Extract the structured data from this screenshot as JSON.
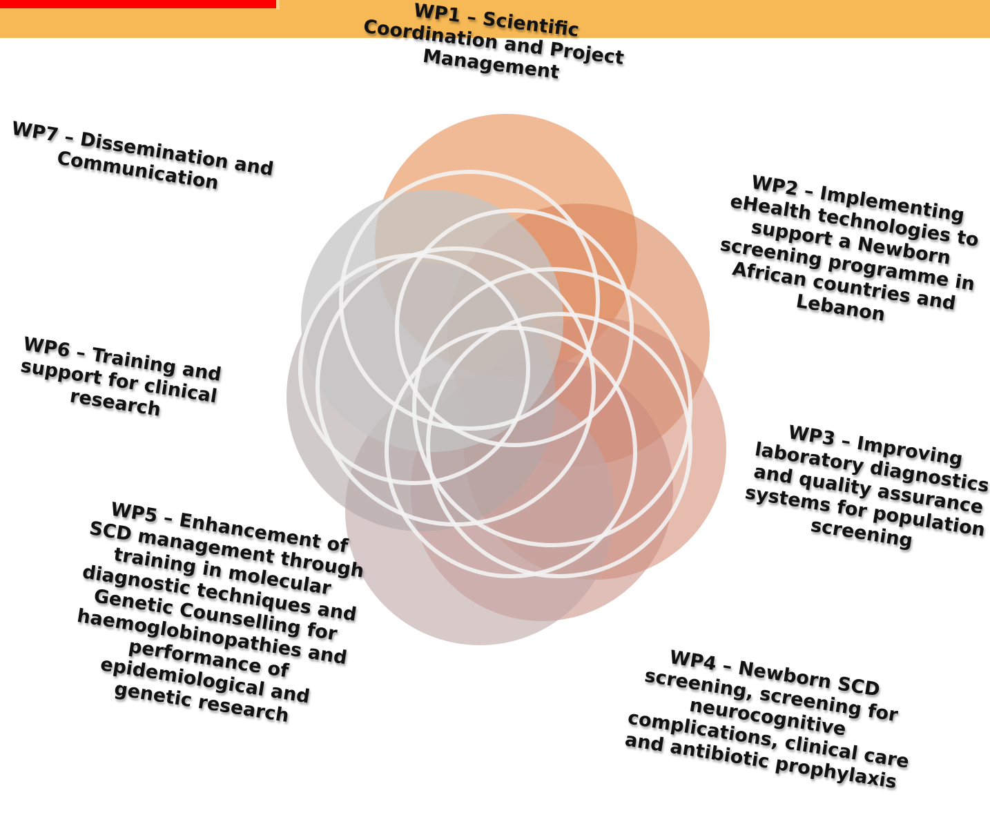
{
  "colors": {
    "top_band": "#f7b955",
    "red_tab": "#ff0000",
    "label_text": "#111111",
    "ring_stroke": "#f3f3f3"
  },
  "circles": [
    {
      "name": "circle-wp1",
      "fill": "#eba374",
      "opacity": 0.75
    },
    {
      "name": "circle-wp2",
      "fill": "#d98458",
      "opacity": 0.6
    },
    {
      "name": "circle-wp3",
      "fill": "#d6907a",
      "opacity": 0.6
    },
    {
      "name": "circle-wp4",
      "fill": "#c98b80",
      "opacity": 0.55
    },
    {
      "name": "circle-wp5",
      "fill": "#c0a6a6",
      "opacity": 0.6
    },
    {
      "name": "circle-wp6",
      "fill": "#b3a6a6",
      "opacity": 0.6
    },
    {
      "name": "circle-wp7",
      "fill": "#c4c4c4",
      "opacity": 0.75
    }
  ],
  "labels": {
    "wp1": [
      "WP1 – Scientific",
      "Coordination and Project",
      "Management"
    ],
    "wp2": [
      "WP2 – Implementing",
      "eHealth technologies to",
      "support a Newborn",
      "screening programme in",
      "African countries and",
      "Lebanon"
    ],
    "wp3": [
      "WP3 – Improving",
      "laboratory diagnostics",
      "and quality assurance",
      "systems for population",
      "screening"
    ],
    "wp4": [
      "WP4 – Newborn SCD",
      "screening, screening for",
      "neurocognitive",
      "complications, clinical care",
      "and antibiotic prophylaxis"
    ],
    "wp5": [
      "WP5 – Enhancement of",
      "SCD management through",
      "training in molecular",
      "diagnostic techniques and",
      "Genetic Counselling for",
      "haemoglobinopathies and",
      "performance of",
      "epidemiological and",
      "genetic research"
    ],
    "wp6": [
      "WP6 – Training and",
      "support for clinical",
      "research"
    ],
    "wp7": [
      "WP7 – Dissemination and",
      "Communication"
    ]
  }
}
